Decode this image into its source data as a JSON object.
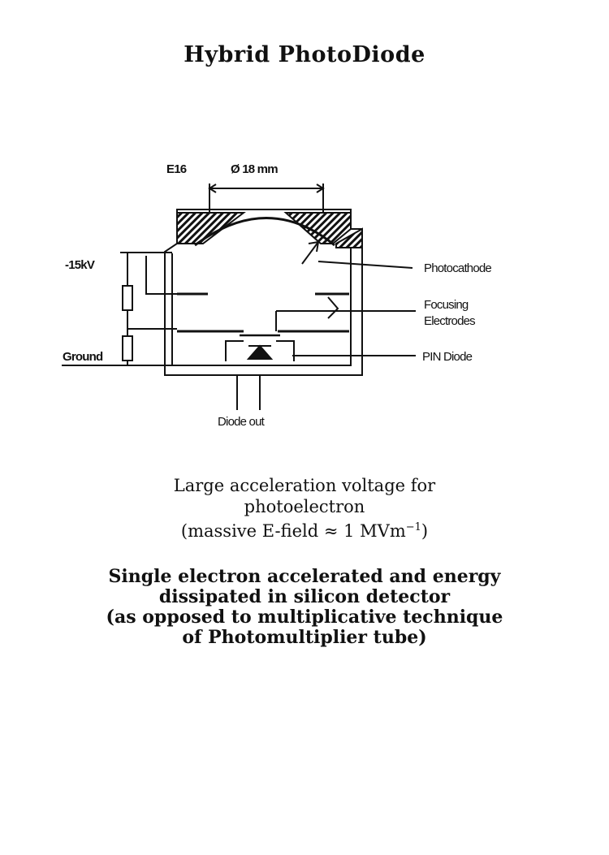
{
  "title": "Hybrid PhotoDiode",
  "diagram": {
    "labels": {
      "model": "E16",
      "diameter": "Ø 18 mm",
      "voltage": "-15kV",
      "ground": "Ground",
      "photocathode": "Photocathode",
      "focusing_line1": "Focusing",
      "focusing_line2": "Electrodes",
      "pin_diode": "PIN Diode",
      "diode_out": "Diode out"
    }
  },
  "paragraph1": {
    "line1": "Large acceleration voltage for",
    "line2": "photoelectron",
    "line3_text": "(massive E-field ≈ 1 MVm",
    "line3_sup": "−1",
    "line3_end": ")"
  },
  "paragraph2": {
    "line1": "Single electron accelerated and energy",
    "line2": "dissipated in silicon detector",
    "line3": "(as opposed to multiplicative technique",
    "line4": "of Photomultiplier tube)"
  }
}
